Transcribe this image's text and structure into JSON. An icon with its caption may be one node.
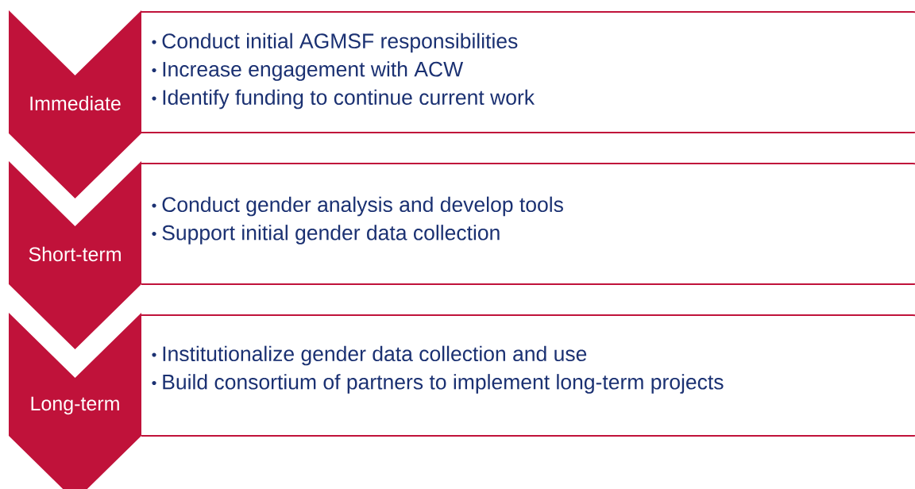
{
  "diagram": {
    "nodes": [
      {
        "text": [
          "Immediate"
        ]
      },
      {
        "text": [
          "Conduct initial AGMSF responsibilities",
          "Increase engagement with ACW",
          "Identify funding to continue current work"
        ]
      },
      {
        "text": [
          "Short-term"
        ]
      },
      {
        "text": [
          "Conduct gender analysis and develop tools",
          "Support initial gender data collection"
        ]
      },
      {
        "text": [
          "Long-term"
        ]
      },
      {
        "text": [
          "Institutionalize gender data collection and use",
          "Build consortium of partners to implement long-term projects"
        ]
      }
    ]
  }
}
